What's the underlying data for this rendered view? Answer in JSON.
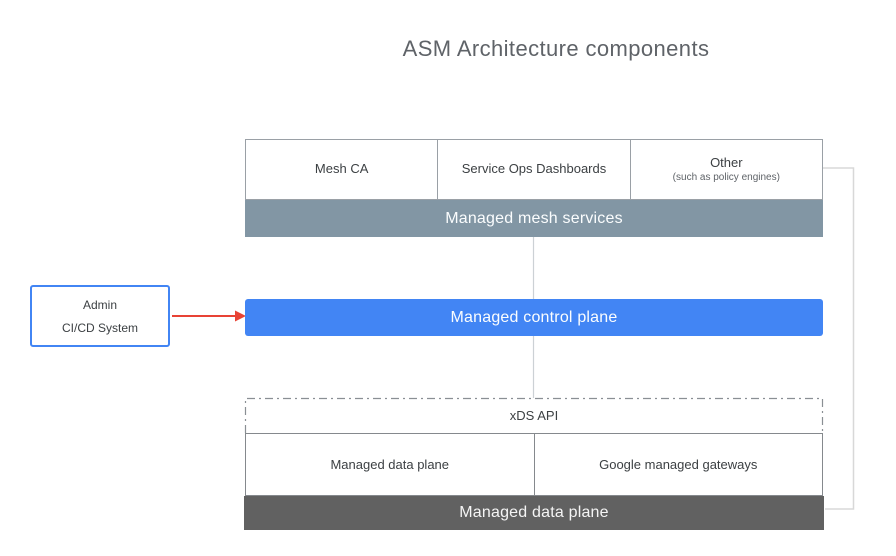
{
  "title": "ASM Architecture components",
  "mesh_services": {
    "boxes": [
      {
        "label": "Mesh CA"
      },
      {
        "label": "Service Ops Dashboards"
      },
      {
        "label": "Other",
        "sublabel": "(such as policy engines)"
      }
    ],
    "bar_label": "Managed mesh services"
  },
  "admin": {
    "line1": "Admin",
    "line2": "CI/CD System"
  },
  "control_plane": {
    "bar_label": "Managed control plane"
  },
  "data_plane": {
    "api_label": "xDS API",
    "boxes": [
      {
        "label": "Managed data plane"
      },
      {
        "label": "Google managed gateways"
      }
    ],
    "bar_label": "Managed data plane"
  },
  "colors": {
    "title_text": "#5f6368",
    "box_text": "#3c4043",
    "mesh_bar_bg": "#8296a4",
    "control_bar_bg": "#4285f4",
    "data_bar_bg": "#616161",
    "admin_border": "#4285f4",
    "arrow_red": "#e84335",
    "connector_gray": "#d8d8d8",
    "center_line_gray": "#ccd1d5",
    "top_box_border": "#9aa0a6",
    "bottom_box_border": "#85898d",
    "dashed_border": "#8a8f94"
  }
}
